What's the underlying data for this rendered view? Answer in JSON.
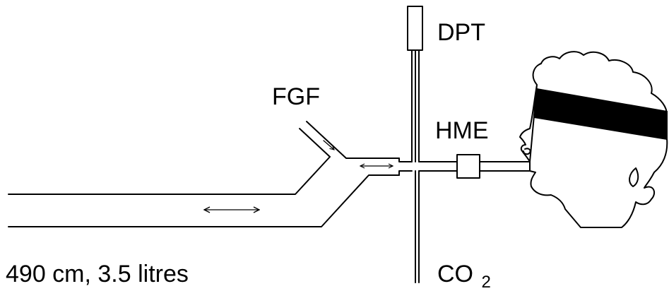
{
  "labels": {
    "dpt": "DPT",
    "fgf": "FGF",
    "hme": "HME",
    "co2_main": "CO",
    "co2_sub": "2",
    "tube_spec": "490 cm, 3.5 litres"
  },
  "colors": {
    "line": "#000000",
    "background": "#ffffff",
    "blindfold": "#000000"
  }
}
